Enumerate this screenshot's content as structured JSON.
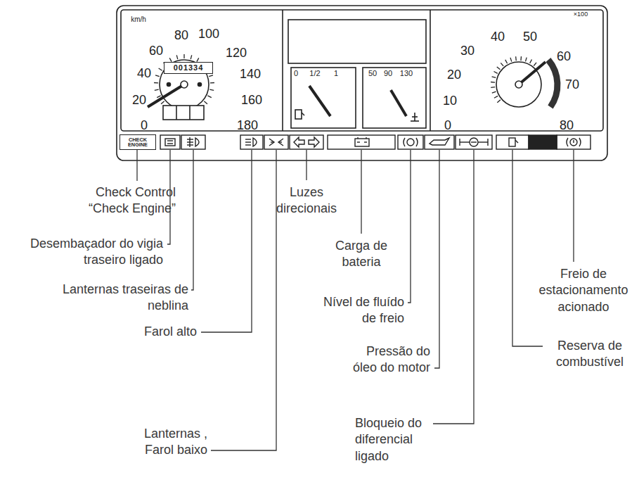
{
  "diagram": {
    "nodes": [
      {
        "text": [
          "CHECK ENGINE"
        ]
      },
      {
        "text": [
          "001334"
        ]
      }
    ],
    "labels": [
      "km/h",
      "0",
      "20",
      "40",
      "60",
      "80",
      "100",
      "120",
      "140",
      "160",
      "180",
      "0",
      "1/2",
      "1",
      "50",
      "90",
      "130",
      "×100",
      "0",
      "10",
      "20",
      "30",
      "40",
      "50",
      "60",
      "70",
      "80",
      "Check Control “Check Engine”",
      "Desembaçador do vigia traseiro ligado",
      "Lanternas traseiras de neblina",
      "Farol alto",
      "Lanternas , Farol baixo",
      "Luzes direcionais",
      "Carga de bateria",
      "Nível de fluído de freio",
      "Pressão do óleo do motor",
      "Bloqueio do diferencial ligado",
      "Reserva de combustível",
      "Freio de estacionamento acionado"
    ]
  }
}
